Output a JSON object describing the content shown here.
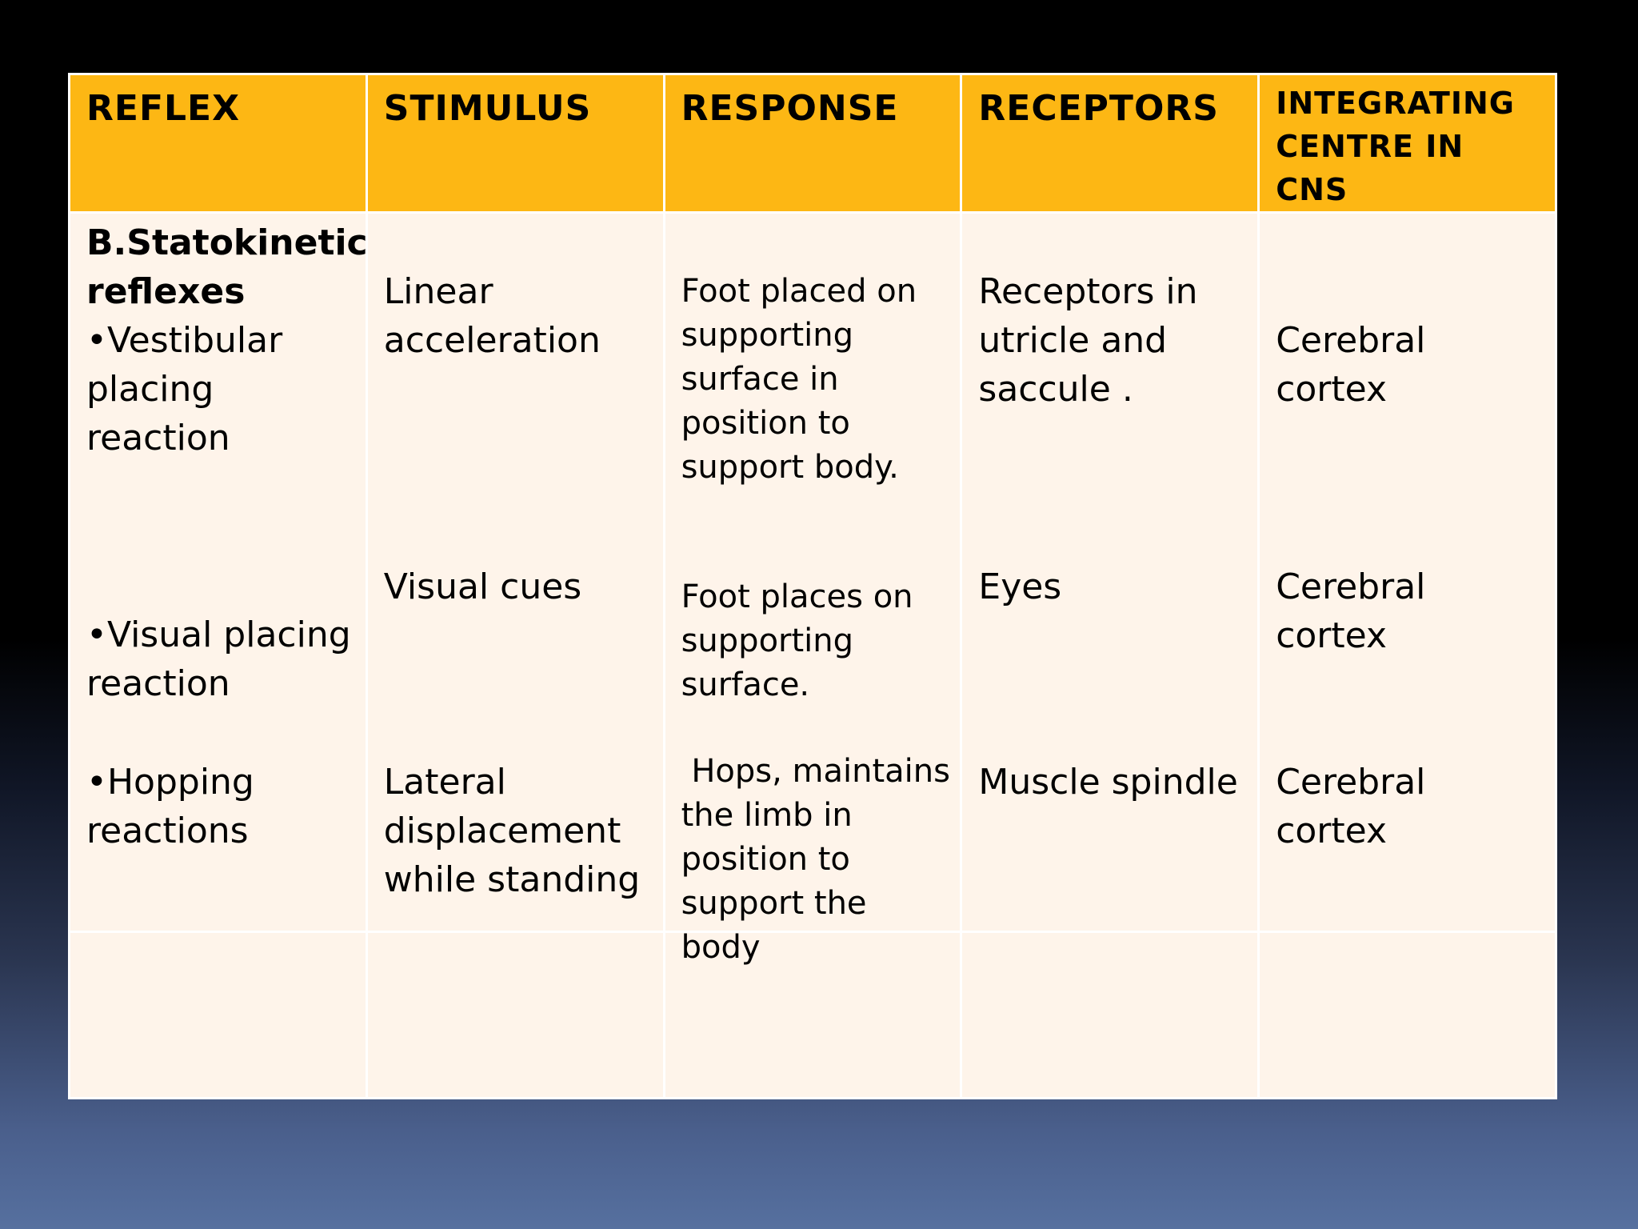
{
  "table": {
    "headers": [
      "REFLEX",
      "STIMULUS",
      "RESPONSE",
      "RECEPTORS",
      "INTEGRATING CENTRE IN CNS"
    ],
    "reflex": {
      "group_title": "B.Statokinetic reflexes",
      "items": [
        "•Vestibular placing reaction",
        "•Visual placing reaction",
        "•Hopping reactions"
      ]
    },
    "stimulus": [
      "Linear acceleration",
      "Visual cues",
      "Lateral displacement while standing"
    ],
    "response": [
      "Foot placed on supporting surface in position to support body.",
      "Foot places on supporting surface.",
      " Hops, maintains the limb in position to support the body"
    ],
    "receptors": [
      "Receptors in utricle and saccule .",
      "Eyes",
      "Muscle spindle"
    ],
    "integrating_centre": [
      "Cerebral cortex",
      "Cerebral cortex",
      "Cerebral cortex"
    ]
  },
  "colors": {
    "header_bg": "#fdb714",
    "cell_bg": "#fef4ea",
    "background_top": "#000000",
    "background_bottom": "#56709f"
  }
}
